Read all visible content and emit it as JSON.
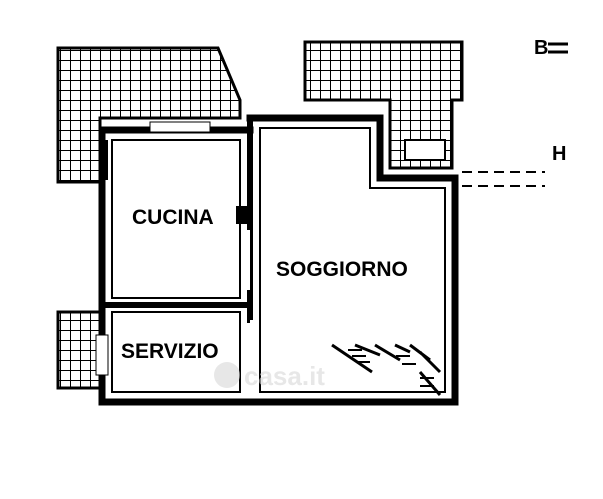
{
  "rooms": {
    "kitchen": "CUCINA",
    "living": "SOGGIORNO",
    "bathroom": "SERVIZIO"
  },
  "markers": {
    "section_top": "B",
    "section_side": "H"
  },
  "watermark": "casa.it",
  "colors": {
    "wall": "#000000",
    "background": "#ffffff",
    "watermark": "#d8d8d8"
  }
}
